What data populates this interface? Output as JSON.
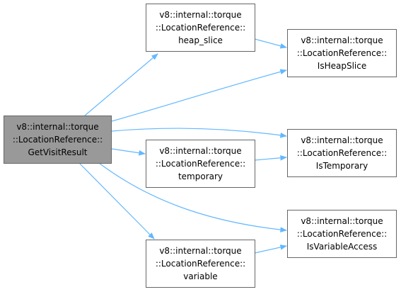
{
  "graph": {
    "edge_color": "#63b8ff",
    "node_border": "#666666",
    "root_fill": "#999999",
    "nodes": [
      {
        "id": "getvisitresult",
        "lines": [
          "v8::internal::torque",
          "::LocationReference::",
          "GetVisitResult"
        ],
        "root": true
      },
      {
        "id": "heap_slice",
        "lines": [
          "v8::internal::torque",
          "::LocationReference::",
          "heap_slice"
        ]
      },
      {
        "id": "isheapslice",
        "lines": [
          "v8::internal::torque",
          "::LocationReference::",
          "IsHeapSlice"
        ]
      },
      {
        "id": "temporary",
        "lines": [
          "v8::internal::torque",
          "::LocationReference::",
          "temporary"
        ]
      },
      {
        "id": "istemporary",
        "lines": [
          "v8::internal::torque",
          "::LocationReference::",
          "IsTemporary"
        ]
      },
      {
        "id": "variable",
        "lines": [
          "v8::internal::torque",
          "::LocationReference::",
          "variable"
        ]
      },
      {
        "id": "isvariableaccess",
        "lines": [
          "v8::internal::torque",
          "::LocationReference::",
          "IsVariableAccess"
        ]
      }
    ],
    "edges": [
      {
        "from": "getvisitresult",
        "to": "heap_slice"
      },
      {
        "from": "getvisitresult",
        "to": "isheapslice"
      },
      {
        "from": "getvisitresult",
        "to": "istemporary"
      },
      {
        "from": "getvisitresult",
        "to": "temporary"
      },
      {
        "from": "getvisitresult",
        "to": "isvariableaccess"
      },
      {
        "from": "getvisitresult",
        "to": "variable"
      },
      {
        "from": "heap_slice",
        "to": "isheapslice"
      },
      {
        "from": "temporary",
        "to": "istemporary"
      },
      {
        "from": "variable",
        "to": "isvariableaccess"
      }
    ]
  }
}
